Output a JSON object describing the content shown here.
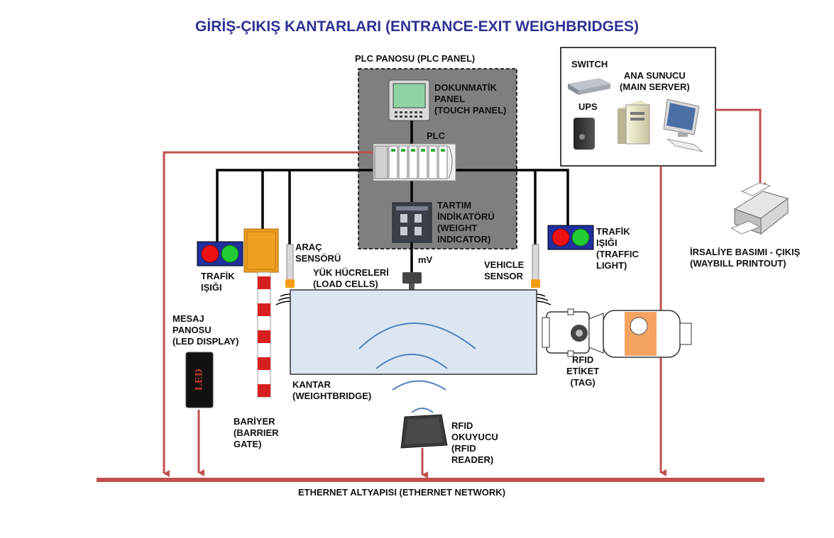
{
  "title": "GİRİŞ-ÇIKIŞ KANTARLARI (ENTRANCE-EXIT WEIGHBRIDGES)",
  "colors": {
    "title": "#2e3192",
    "network_line": "#c0504d",
    "plc_panel_bg": "#7f7f7f",
    "weighbridge_bg": "#dce6f2",
    "wave": "#4f81bd",
    "led_text": "#c0392b",
    "barrier_red": "#d62020",
    "cabinet": "#f0a020",
    "tanker_body": "#f4a460"
  },
  "labels": {
    "plc_panel": "PLC PANOSU (PLC PANEL)",
    "touch_panel": "DOKUNMATİK\nPANEL\n(TOUCH PANEL)",
    "plc": "PLC",
    "weight_indicator": "TARTIM\nİNDİKATÖRÜ\n(WEIGHT\nINDICATOR)",
    "mv": "mV",
    "switch": "SWITCH",
    "ups": "UPS",
    "main_server": "ANA SUNUCU\n(MAIN SERVER)",
    "waybill": "İRSALİYE BASIMI - ÇIKIŞ\n(WAYBILL PRINTOUT)",
    "traffic_light_left": "TRAFİK\nIŞIĞI",
    "traffic_light_right": "TRAFİK\nIŞIĞI\n(TRAFFIC\nLIGHT)",
    "vehicle_sensor_left": "ARAÇ\nSENSÖRÜ",
    "vehicle_sensor_right": "VEHICLE\nSENSOR",
    "load_cells": "YÜK HÜCRELERİ\n(LOAD CELLS)",
    "led_display": "MESAJ\nPANOSU\n(LED DISPLAY)",
    "led_text": "LED",
    "barrier": "BARİYER\n(BARRIER\nGATE)",
    "weighbridge": "KANTAR\n(WEIGHTBRIDGE)",
    "rfid_reader": "RFID\nOKUYUCU\n(RFID\nREADER)",
    "rfid_tag": "RFID\nETİKET\n(TAG)",
    "ethernet": "ETHERNET ALTYAPISI (ETHERNET NETWORK)"
  },
  "icons": [
    "touch-panel-icon",
    "plc-icon",
    "weight-indicator-icon",
    "switch-icon",
    "ups-icon",
    "server-tower-icon",
    "monitor-icon",
    "keyboard-icon",
    "printer-icon",
    "traffic-light-icon",
    "control-cabinet-icon",
    "barrier-gate-icon",
    "vehicle-sensor-icon",
    "load-cell-icon",
    "led-display-icon",
    "rfid-reader-icon",
    "tanker-truck-icon"
  ]
}
